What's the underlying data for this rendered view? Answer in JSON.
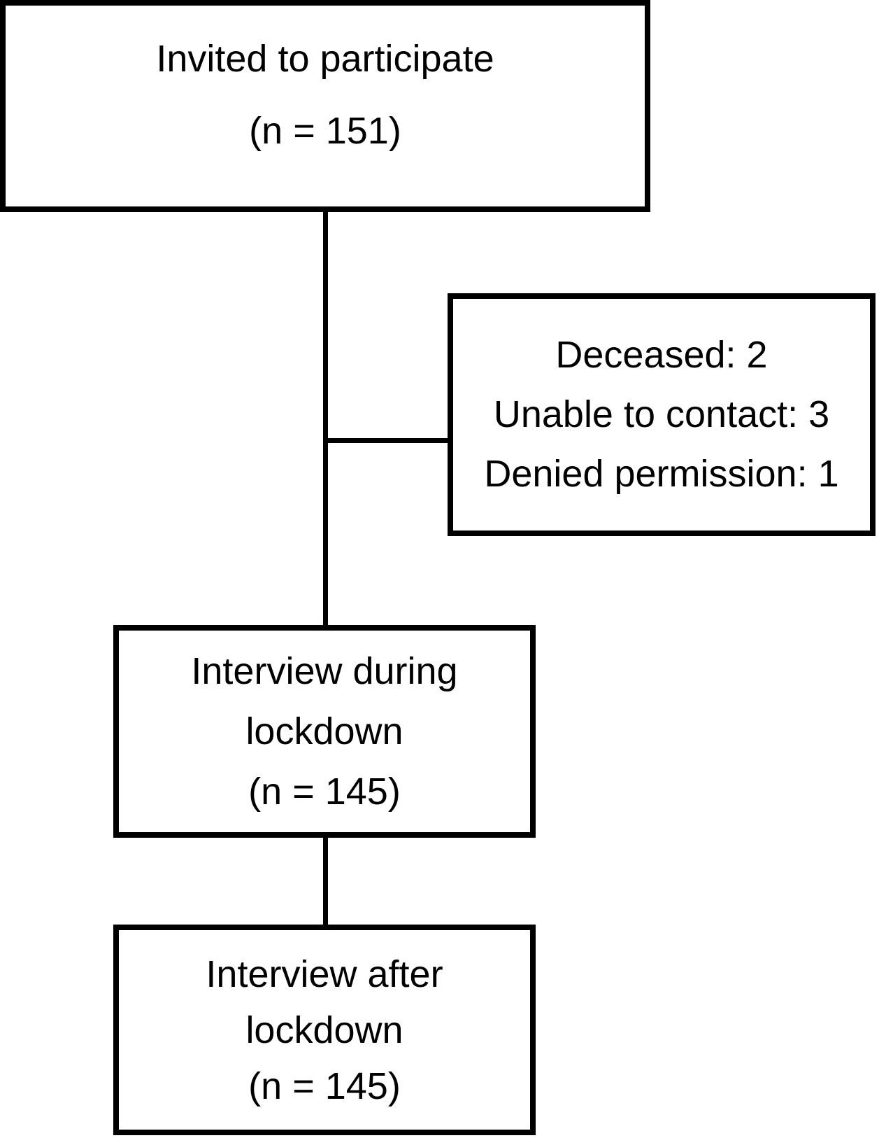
{
  "diagram": {
    "background_color": "#ffffff",
    "box_border_color": "#000000",
    "text_color": "#000000",
    "nodes": {
      "invited": {
        "line1": "Invited to participate",
        "line2": "(n = 151)"
      },
      "excluded": {
        "line1": "Deceased: 2",
        "line2": "Unable to contact: 3",
        "line3": "Denied permission: 1"
      },
      "interview_during": {
        "line1": "Interview during",
        "line2": "lockdown",
        "line3": "(n = 145)"
      },
      "interview_after": {
        "line1": "Interview after",
        "line2": "lockdown",
        "line3": "(n = 145)"
      }
    }
  }
}
